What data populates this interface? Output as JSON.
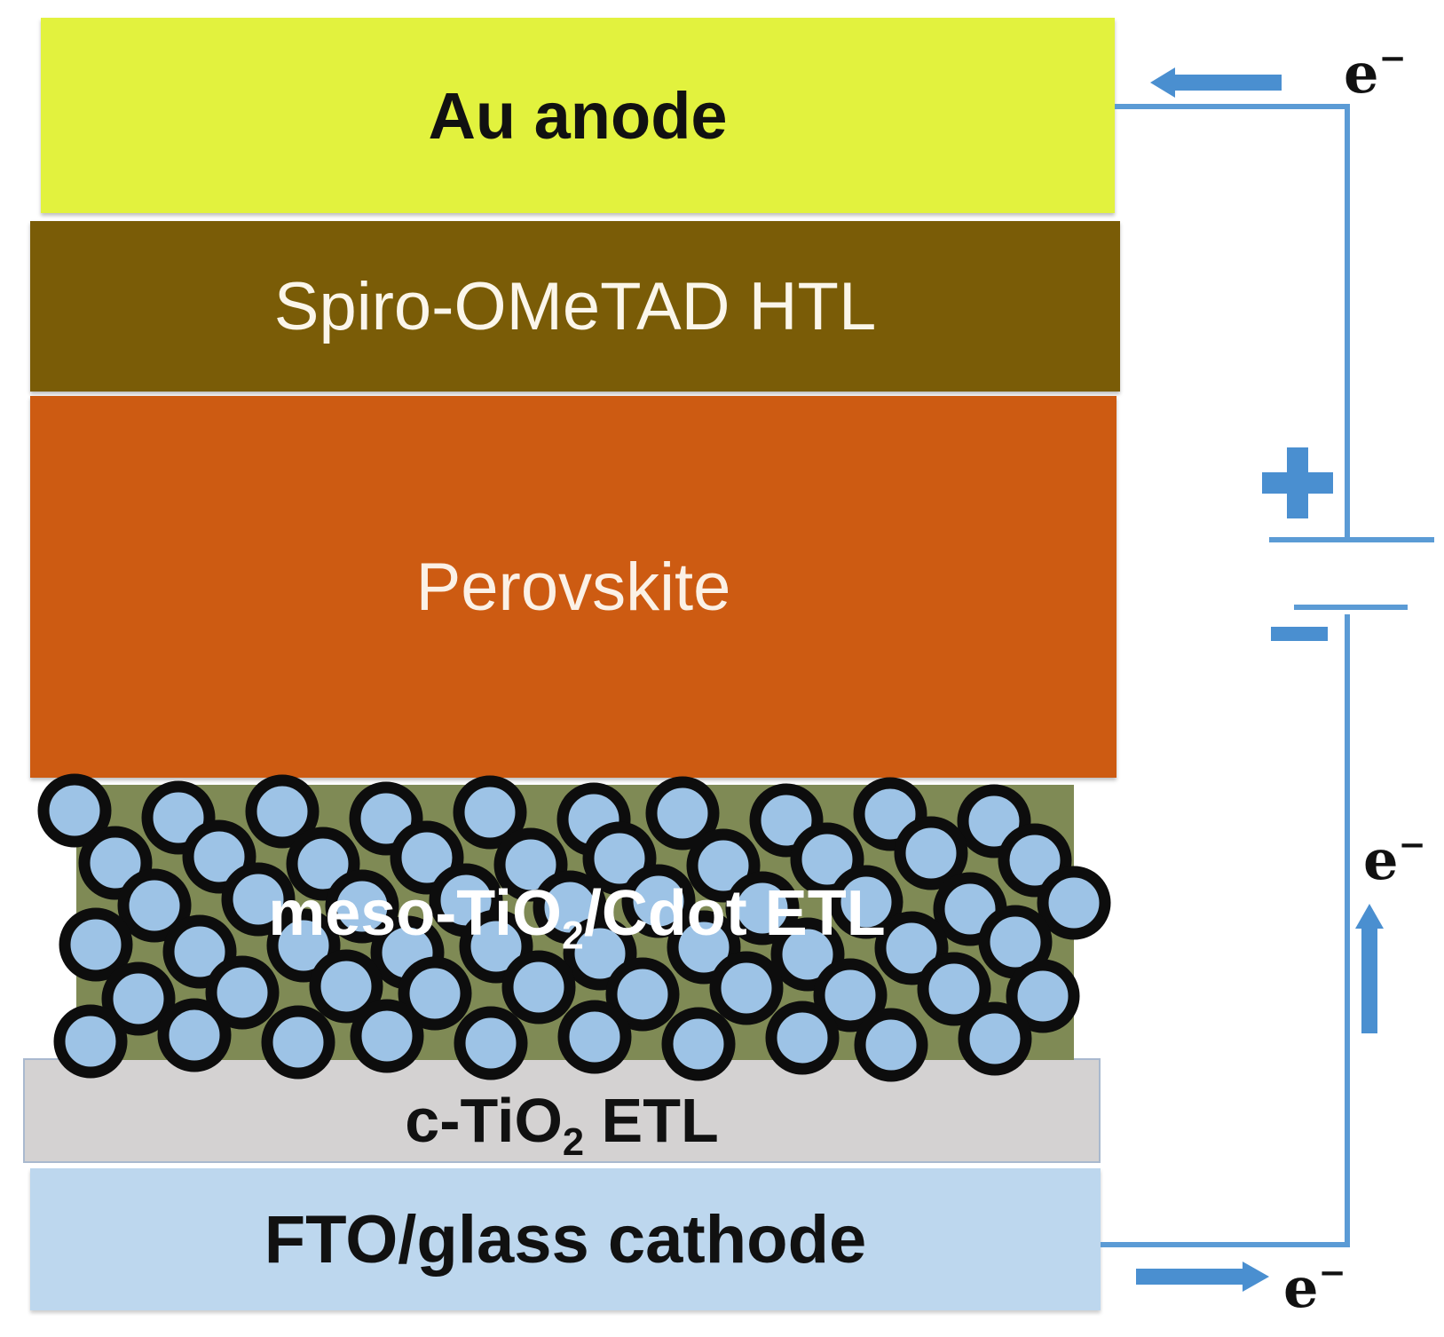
{
  "diagram": {
    "layers": {
      "au": "Au anode",
      "htl": "Spiro-OMeTAD HTL",
      "perovskite": "Perovskite",
      "meso": {
        "prefix": "meso-TiO",
        "sub": "2",
        "suffix": "/Cdot ETL"
      },
      "ctio2": {
        "prefix": "c-TiO",
        "sub": "2",
        "suffix": " ETL"
      },
      "fto": "FTO/glass cathode"
    },
    "electron": {
      "base": "e",
      "charge": "−"
    }
  },
  "colors": {
    "au": "#e2f23e",
    "htl": "#7a5c07",
    "perovskite": "#cd5b12",
    "meso_bg": "#7f8a55",
    "particle_fill": "#9dc3e6",
    "particle_ring": "#0d0d0d",
    "ctio2": "#d4d2d2",
    "fto": "#bdd7ee",
    "circuit": "#5b9bd5",
    "arrow": "#4a8fd0"
  },
  "icons": {
    "plus": "plus-icon",
    "minus": "minus-icon",
    "arrow": "arrow-icon"
  }
}
